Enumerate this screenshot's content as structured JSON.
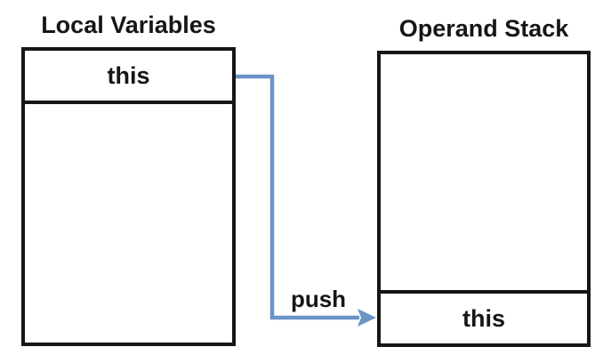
{
  "local_variables": {
    "title": "Local Variables",
    "slots": [
      "this"
    ]
  },
  "operand_stack": {
    "title": "Operand Stack",
    "slots": [
      "this"
    ]
  },
  "arrow": {
    "label": "push",
    "color": "#6b93c6"
  },
  "colors": {
    "background": "#ffffff",
    "border": "#161616",
    "text": "#161616"
  }
}
